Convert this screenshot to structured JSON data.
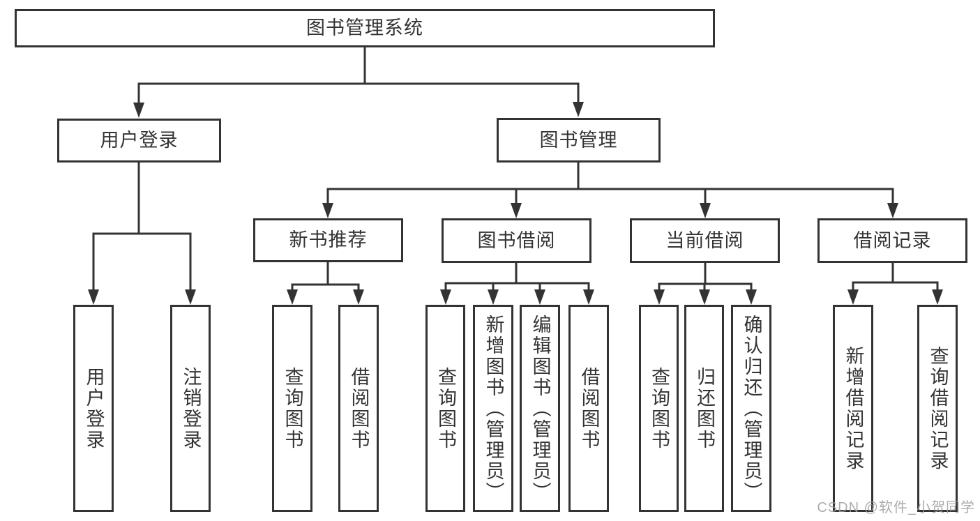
{
  "diagram": {
    "type": "hierarchy-tree",
    "root_label": "图书管理系统",
    "branches": [
      {
        "label": "用户登录",
        "children": [
          "用户登录",
          "注销登录"
        ]
      },
      {
        "label": "图书管理",
        "groups": [
          {
            "label": "新书推荐",
            "children": [
              "查询图书",
              "借阅图书"
            ]
          },
          {
            "label": "图书借阅",
            "children": [
              "查询图书",
              "新增图书（管理员）",
              "编辑图书（管理员）",
              "借阅图书"
            ]
          },
          {
            "label": "当前借阅",
            "children": [
              "查询图书",
              "归还图书",
              "确认归还（管理员）"
            ]
          },
          {
            "label": "借阅记录",
            "children": [
              "新增借阅记录",
              "查询借阅记录"
            ]
          }
        ]
      }
    ]
  },
  "watermark": "CSDN @软件_小贺同学",
  "colors": {
    "line": "#333333",
    "box_border": "#333333",
    "text": "#333333",
    "background": "#ffffff",
    "watermark": "#9e9e9e"
  }
}
